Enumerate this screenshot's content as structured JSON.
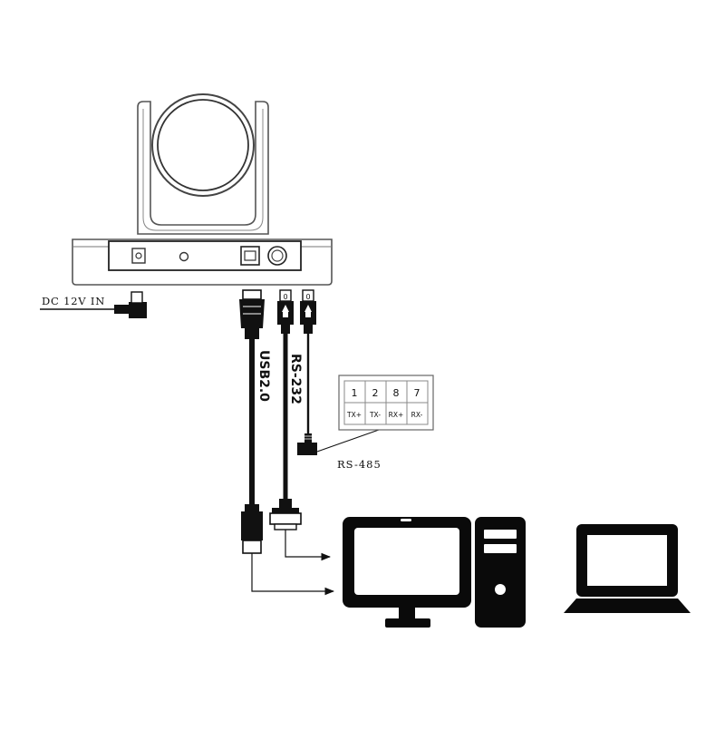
{
  "labels": {
    "dc_in": "DC 12V IN",
    "usb": "USB2.0",
    "rs232": "RS-232",
    "rs485": "RS-485"
  },
  "pin_table": {
    "pins": [
      "1",
      "2",
      "8",
      "7"
    ],
    "signals": [
      "TX+",
      "TX-",
      "RX+",
      "RX-"
    ]
  },
  "connector_marks": {
    "plug_a": "0",
    "plug_b": "0"
  },
  "colors": {
    "line": "#111111",
    "outline": "#555555",
    "fill_dark": "#0a0a0a"
  },
  "icons": [
    "ptz-camera-icon",
    "desktop-computer-icon",
    "laptop-icon",
    "usb-plug-icon",
    "db9-connector-icon",
    "mini-din-plug-icon",
    "dc-plug-icon"
  ]
}
